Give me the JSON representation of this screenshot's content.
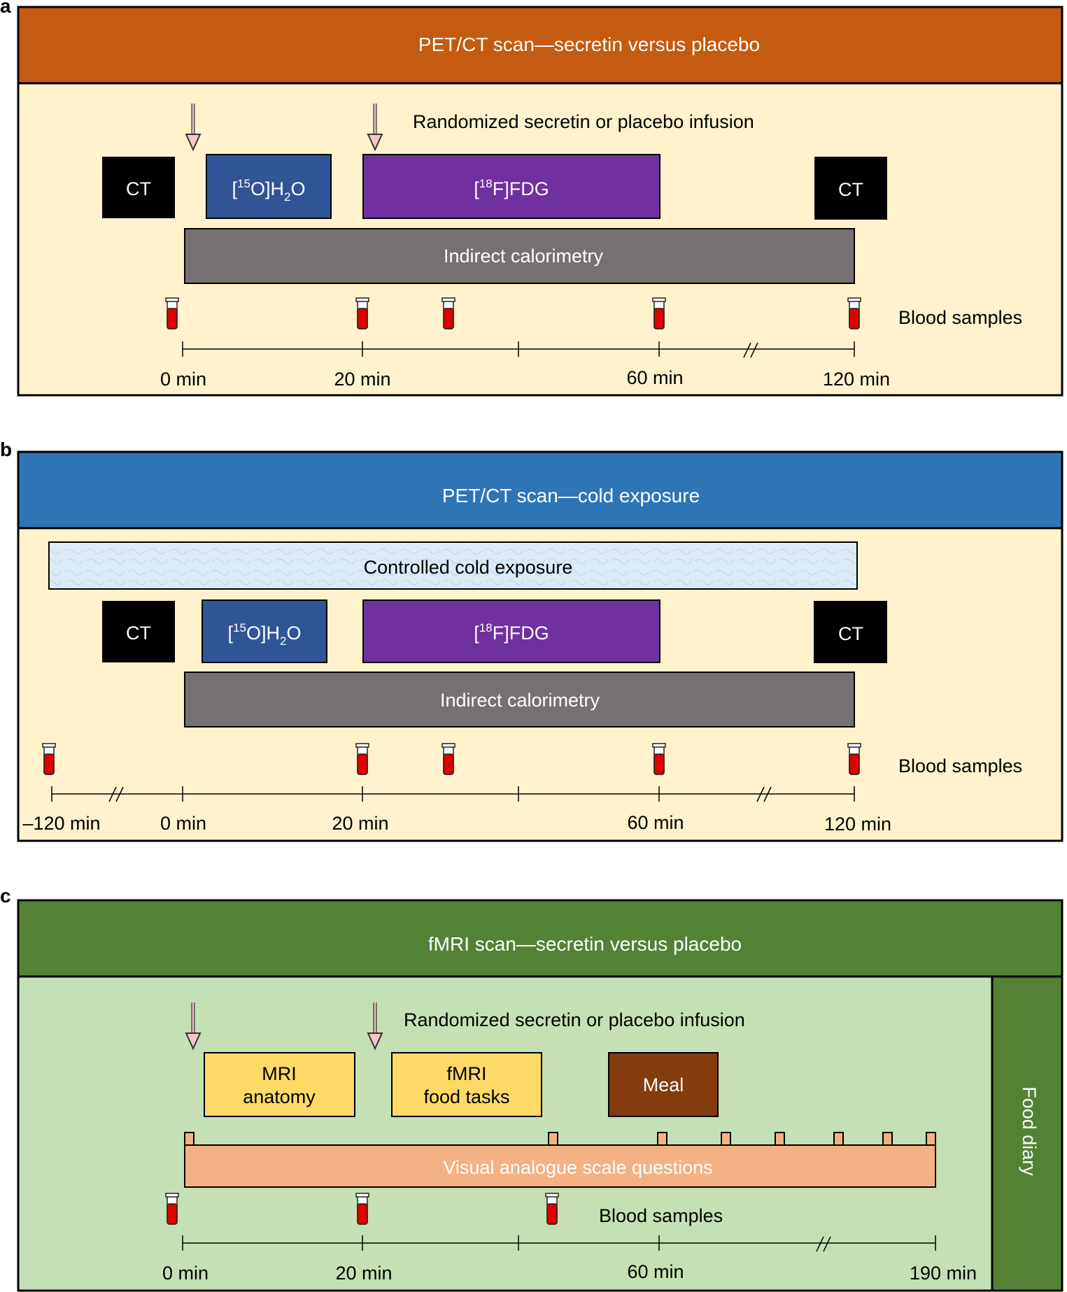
{
  "panels": {
    "a": {
      "letter": "a",
      "title": "PET/CT scan—secretin versus placebo",
      "infusion_label": "Randomized secretin or placebo infusion",
      "ct_left": "CT",
      "ct_right": "CT",
      "water_tracer": {
        "open": "[",
        "sup": "15",
        "mid": "O]H",
        "sub": "2",
        "end": "O"
      },
      "fdg_tracer": {
        "open": "[",
        "sup": "18",
        "end": "F]FDG"
      },
      "calorimetry": "Indirect calorimetry",
      "blood_samples": "Blood samples",
      "ticks": [
        "0 min",
        "20 min",
        "60 min",
        "120 min"
      ],
      "colors": {
        "header": "#c55a11",
        "background": "#fff2cc",
        "water": "#2f5597",
        "fdg": "#7030a0",
        "calorimetry": "#767171"
      }
    },
    "b": {
      "letter": "b",
      "title": "PET/CT scan—cold exposure",
      "cold_exposure": "Controlled cold exposure",
      "ct_left": "CT",
      "ct_right": "CT",
      "water_tracer": {
        "open": "[",
        "sup": "15",
        "mid": "O]H",
        "sub": "2",
        "end": "O"
      },
      "fdg_tracer": {
        "open": "[",
        "sup": "18",
        "end": "F]FDG"
      },
      "calorimetry": "Indirect calorimetry",
      "blood_samples": "Blood samples",
      "ticks": [
        "–120 min",
        "0 min",
        "20 min",
        "60 min",
        "120 min"
      ],
      "colors": {
        "header": "#2e75b6",
        "background": "#fff2cc",
        "cold": "#deebf7"
      }
    },
    "c": {
      "letter": "c",
      "title": "fMRI scan—secretin versus placebo",
      "infusion_label": "Randomized secretin or placebo infusion",
      "mri_anatomy": [
        "MRI",
        "anatomy"
      ],
      "fmri_tasks": [
        "fMRI",
        "food tasks"
      ],
      "meal": "Meal",
      "vas": "Visual analogue scale questions",
      "food_diary": "Food diary",
      "blood_samples": "Blood samples",
      "ticks": [
        "0 min",
        "20 min",
        "60 min",
        "190 min"
      ],
      "colors": {
        "header": "#548235",
        "background": "#c5e0b4",
        "yellow": "#ffd966",
        "meal": "#843c0c",
        "vas": "#f4b183"
      }
    }
  }
}
